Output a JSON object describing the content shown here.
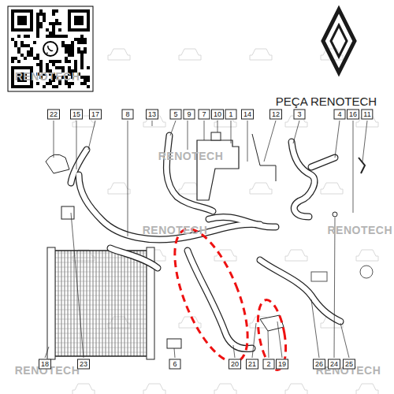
{
  "diagram": {
    "labels": [
      "PEÇA RENOTECH",
      "RENOTECH",
      "RENOTECH",
      "RENOTECH",
      "RENOTECH",
      "RENOTECH",
      "RENOTECH",
      "22",
      "15",
      "17",
      "8",
      "13",
      "5",
      "9",
      "7",
      "10",
      "1",
      "14",
      "12",
      "3",
      "4",
      "16",
      "11",
      "18",
      "23",
      "6",
      "20",
      "21",
      "2",
      "19",
      "26",
      "24",
      "25"
    ]
  }
}
